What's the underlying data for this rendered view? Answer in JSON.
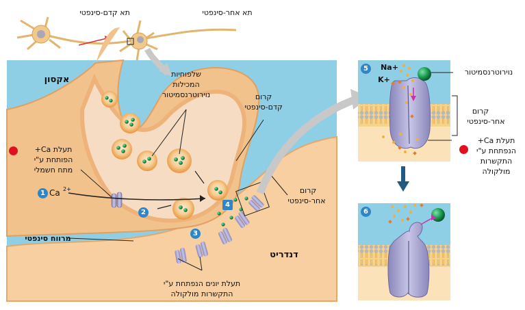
{
  "labels": {
    "presynaptic_cell": "תא קדם-סינפטי",
    "postsynaptic_cell": "תא אחר-סינפטי",
    "axon": "אקסון",
    "vesicles_line1": "שלפוחיות",
    "vesicles_line2": "המכילות",
    "vesicles_line3": "נוירוטרנסמיטור",
    "presyn_membrane_line1": "קרום",
    "presyn_membrane_line2": "קדם-סינפטי",
    "ca_channel_line1": "תעלת Ca+",
    "ca_channel_line2": "הפותחת ע\"י",
    "ca_channel_line3": "מתח חשמלי",
    "calcium_ion": "Ca",
    "calcium_charge": "2+",
    "postsyn_membrane_line1": "קרום",
    "postsyn_membrane_line2": "אחר-סינפטי",
    "synaptic_cleft": "מרווח סינפטי",
    "dendrite": "דנדריט",
    "ligand_channel_line1": "תעלת יונים הנפתחת ע\"י",
    "ligand_channel_line2": "התקשרות מולקולה",
    "sodium_ion": "Na+",
    "potassium_ion": "K+",
    "neurotransmitter": "נוירוטרנסמיטור",
    "inset_membrane_line1": "קרום",
    "inset_membrane_line2": "אחר-סינפטי",
    "inset_channel_line1": "תעלת Ca+",
    "inset_channel_line2": "הנפתחת ע\"י",
    "inset_channel_line3": "התקשרות",
    "inset_channel_line4": "מולקולה"
  },
  "steps": [
    "1",
    "2",
    "3",
    "4",
    "5",
    "6"
  ],
  "colors": {
    "extracellular": "#8fcfe6",
    "neuron": "#f2c28c",
    "neuron_edge": "#e0a060",
    "terminal_inner": "#f6dcc2",
    "vesicle": "#f0a860",
    "transmitter": "#1a8a4a",
    "channel": "#a9a6cf",
    "step_badge": "#2e86c8",
    "alert_dot": "#e01020",
    "arrow": "#c8c8c8"
  }
}
